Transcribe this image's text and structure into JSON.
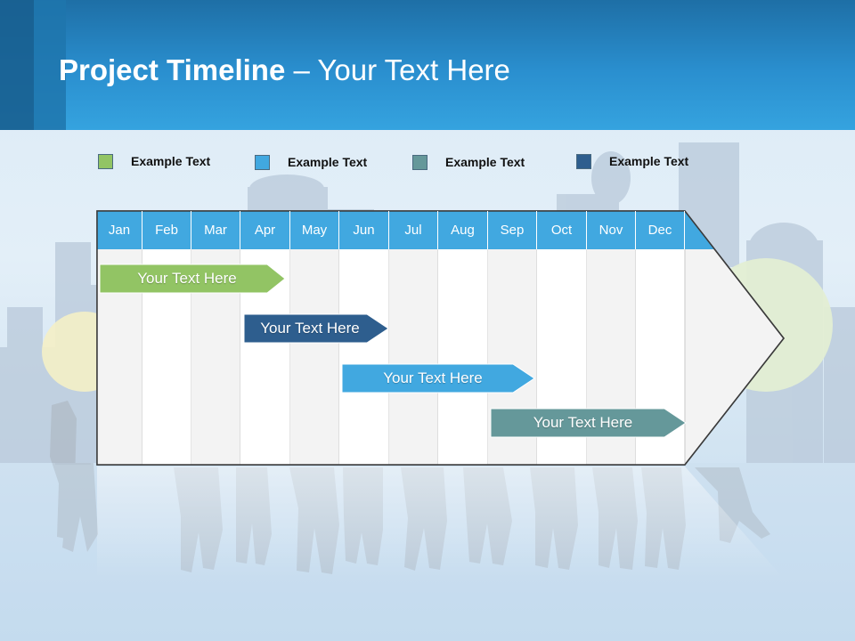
{
  "slide": {
    "title_bold": "Project Timeline",
    "title_rest": " – Your Text Here"
  },
  "legend": [
    {
      "label": "Example Text",
      "color": "#92c464"
    },
    {
      "label": "Example Text",
      "color": "#41a8e0"
    },
    {
      "label": "Example Text",
      "color": "#65989a"
    },
    {
      "label": "Example Text",
      "color": "#2e5e8e"
    }
  ],
  "months": [
    "Jan",
    "Feb",
    "Mar",
    "Apr",
    "May",
    "Jun",
    "Jul",
    "Aug",
    "Sep",
    "Oct",
    "Nov",
    "Dec"
  ],
  "tasks": [
    {
      "label": "Your  Text Here",
      "start_month": "Jan",
      "end_month": "Apr",
      "color": "#92c464"
    },
    {
      "label": "Your  Text Here",
      "start_month": "Apr",
      "end_month": "Jun",
      "color": "#2e5e8e"
    },
    {
      "label": "Your  Text Here",
      "start_month": "Jun",
      "end_month": "Sep",
      "color": "#41a8e0"
    },
    {
      "label": "Your  Text Here",
      "start_month": "Sep",
      "end_month": "Dec",
      "color": "#65989a"
    }
  ],
  "colors": {
    "header_blue": "#2a8fcf",
    "month_bar": "#41a8e0",
    "panel": "#f3f3f3"
  }
}
